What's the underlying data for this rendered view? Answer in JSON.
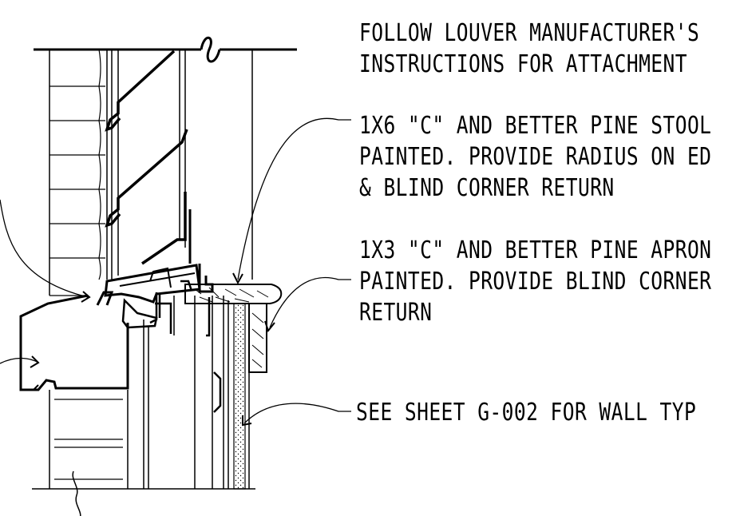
{
  "notes": {
    "louver": [
      "FOLLOW LOUVER MANUFACTURER'S",
      "INSTRUCTIONS FOR ATTACHMENT"
    ],
    "stool": [
      "1X6 \"C\" AND BETTER PINE STOOL",
      "PAINTED. PROVIDE RADIUS ON ED",
      "& BLIND CORNER RETURN"
    ],
    "apron": [
      "1X3 \"C\" AND BETTER PINE APRON",
      "PAINTED. PROVIDE BLIND CORNER",
      "RETURN"
    ],
    "wall": [
      "SEE SHEET G-002 FOR WALL TYP"
    ]
  }
}
